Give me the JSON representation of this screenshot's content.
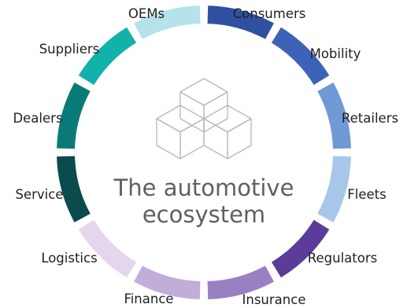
{
  "title": {
    "line1": "The automotive",
    "line2": "ecosystem"
  },
  "center_icon": "stacked-cubes-icon",
  "segments": [
    {
      "name": "segment-consumers",
      "label": "Consumers",
      "color": "#2f4fa0"
    },
    {
      "name": "segment-mobility",
      "label": "Mobility",
      "color": "#3d63b8"
    },
    {
      "name": "segment-retailers",
      "label": "Retailers",
      "color": "#7099d6"
    },
    {
      "name": "segment-fleets",
      "label": "Fleets",
      "color": "#a7c7ea"
    },
    {
      "name": "segment-regulators",
      "label": "Regulators",
      "color": "#5b3d99"
    },
    {
      "name": "segment-insurance",
      "label": "Insurance",
      "color": "#9a7fc2"
    },
    {
      "name": "segment-finance",
      "label": "Finance",
      "color": "#c2acd8"
    },
    {
      "name": "segment-logistics",
      "label": "Logistics",
      "color": "#e4d6ec"
    },
    {
      "name": "segment-service",
      "label": "Service",
      "color": "#0b4a4d"
    },
    {
      "name": "segment-dealers",
      "label": "Dealers",
      "color": "#0a7a79"
    },
    {
      "name": "segment-suppliers",
      "label": "Suppliers",
      "color": "#12b1aa"
    },
    {
      "name": "segment-oems",
      "label": "OEMs",
      "color": "#b5e2ec"
    }
  ]
}
